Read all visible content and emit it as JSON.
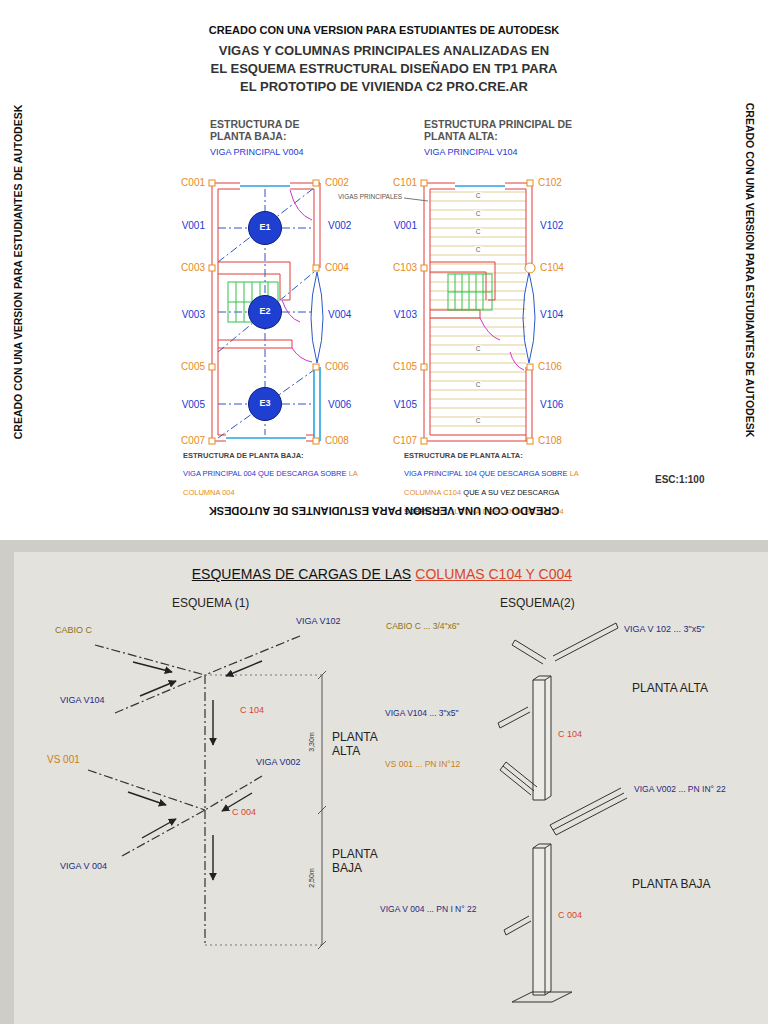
{
  "diagram": {
    "title": "VIGAS Y COLUMNAS PRINCIPALES ANALIZADAS EN EL ESQUEMA ESTRUCTURAL DISEÑADO EN TP1 PARA EL PROTOTIPO DE VIVIENDA C2 PRO.CRE.AR",
    "nodes": [
      {
        "text": [
          "E1"
        ]
      },
      {
        "text": [
          "E2"
        ]
      },
      {
        "text": [
          "E3"
        ]
      }
    ],
    "labels": [
      "CREADO CON UNA VERSION PARA ESTUDIANTES DE AUTODESK",
      "CREADO CON UNA VERSION PARA ESTUDIANTES DE AUTODESK",
      "CREADO CON UNA VERSION PARA ESTUDIANTES DE AUTODESK",
      "CREADO CON UNA VERSION PARA ESTUDIANTES DE AUTODESK",
      "ESTRUCTURA DE PLANTA BAJA:",
      "VIGA PRINCIPAL V004",
      "ESTRUCTURA PRINCIPAL DE PLANTA ALTA:",
      "VIGA PRINCIPAL V104",
      "C001",
      "C002",
      "C003",
      "C004",
      "C005",
      "C006",
      "C007",
      "C008",
      "V001",
      "V002",
      "V003",
      "V004",
      "V005",
      "V006",
      "C101",
      "C102",
      "C103",
      "C104",
      "C105",
      "C106",
      "C107",
      "C108",
      "V001",
      "V102",
      "V103",
      "V104",
      "V105",
      "V106",
      "VIGAS PRINCIPALES",
      "C",
      "C",
      "C",
      "C",
      "C",
      "C",
      "C",
      "ESTRUCTURA DE PLANTA BAJA:",
      "VIGA PRINCIPAL 004 QUE DESCARGA SOBRE",
      "LA COLUMNA 004",
      "ESTRUCTURA DE PLANTA ALTA:",
      "VIGA PRINCIPAL 104 QUE DESCARGA SOBRE",
      "LA COLUMNA C104",
      "QUE A SU VEZ DESCARGA SOBRE",
      "LA COLUMNA DE PLANTA BAJA C004",
      "ESC:1:100",
      "ESQUEMAS DE CARGAS DE LAS",
      "COLUMAS C104 Y C004",
      "ESQUEMA (1)",
      "ESQUEMA(2)",
      "CABIO C",
      "VIGA V102",
      "VIGA V104",
      "C 104",
      "PLANTA ALTA",
      "VS 001",
      "VIGA V002",
      "C 004",
      "VIGA V 004",
      "PLANTA BAJA",
      "3,30m",
      "2,50m",
      "CABIO C ... 3/4\"x6\"",
      "VIGA V 102 ... 3\"x5\"",
      "PLANTA ALTA",
      "VIGA V104 ... 3\"x5\"",
      "C 104",
      "VS 001 ... PN IN°12",
      "VIGA V002 ... PN IN° 22",
      "PLANTA BAJA",
      "VIGA V 004 ... PN I N° 22",
      "C 004"
    ]
  }
}
